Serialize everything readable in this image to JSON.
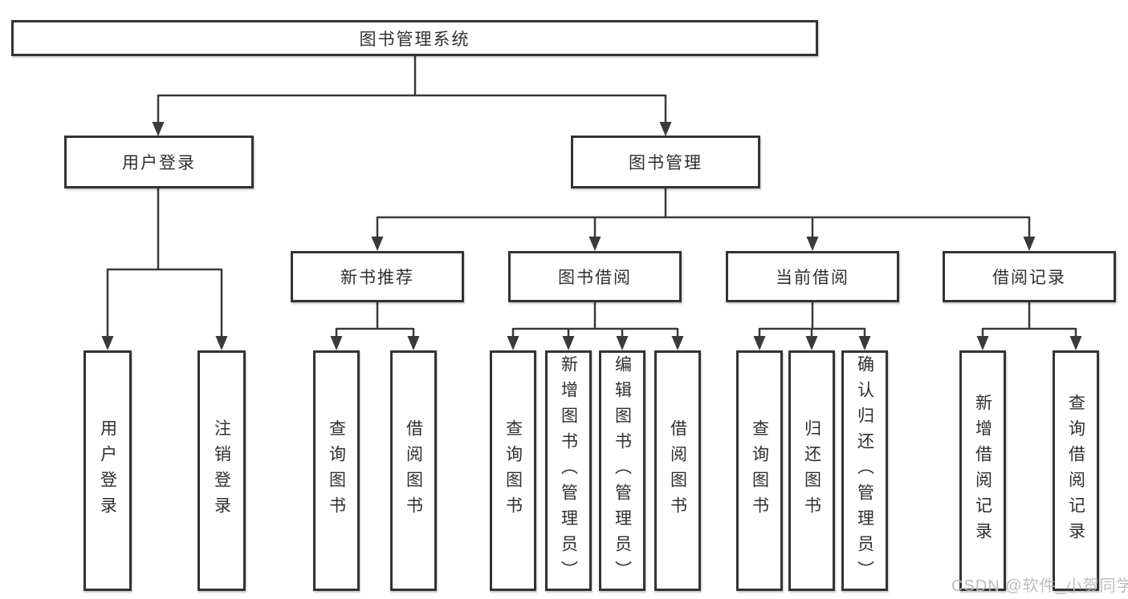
{
  "diagram": {
    "root": {
      "label": "图书管理系统"
    },
    "level2": [
      {
        "label": "用户登录"
      },
      {
        "label": "图书管理"
      }
    ],
    "level3": [
      {
        "label": "新书推荐"
      },
      {
        "label": "图书借阅"
      },
      {
        "label": "当前借阅"
      },
      {
        "label": "借阅记录"
      }
    ],
    "leaves": {
      "user_login": [
        "用户登录",
        "注销登录"
      ],
      "new_book_recommend": [
        "查询图书",
        "借阅图书"
      ],
      "book_borrowing": [
        "查询图书",
        "新增图书（管理员）",
        "编辑图书（管理员）",
        "借阅图书"
      ],
      "current_borrowing": [
        "查询图书",
        "归还图书",
        "确认归还（管理员）"
      ],
      "borrowing_records": [
        "新增借阅记录",
        "查询借阅记录"
      ]
    }
  },
  "watermark": {
    "text": "CSDN @软件_小贺同学"
  },
  "colors": {
    "line": "#3a3a3a",
    "border": "#333333",
    "text": "#2f2f2f",
    "watermark": "#b9b9b9",
    "background": "#ffffff"
  }
}
